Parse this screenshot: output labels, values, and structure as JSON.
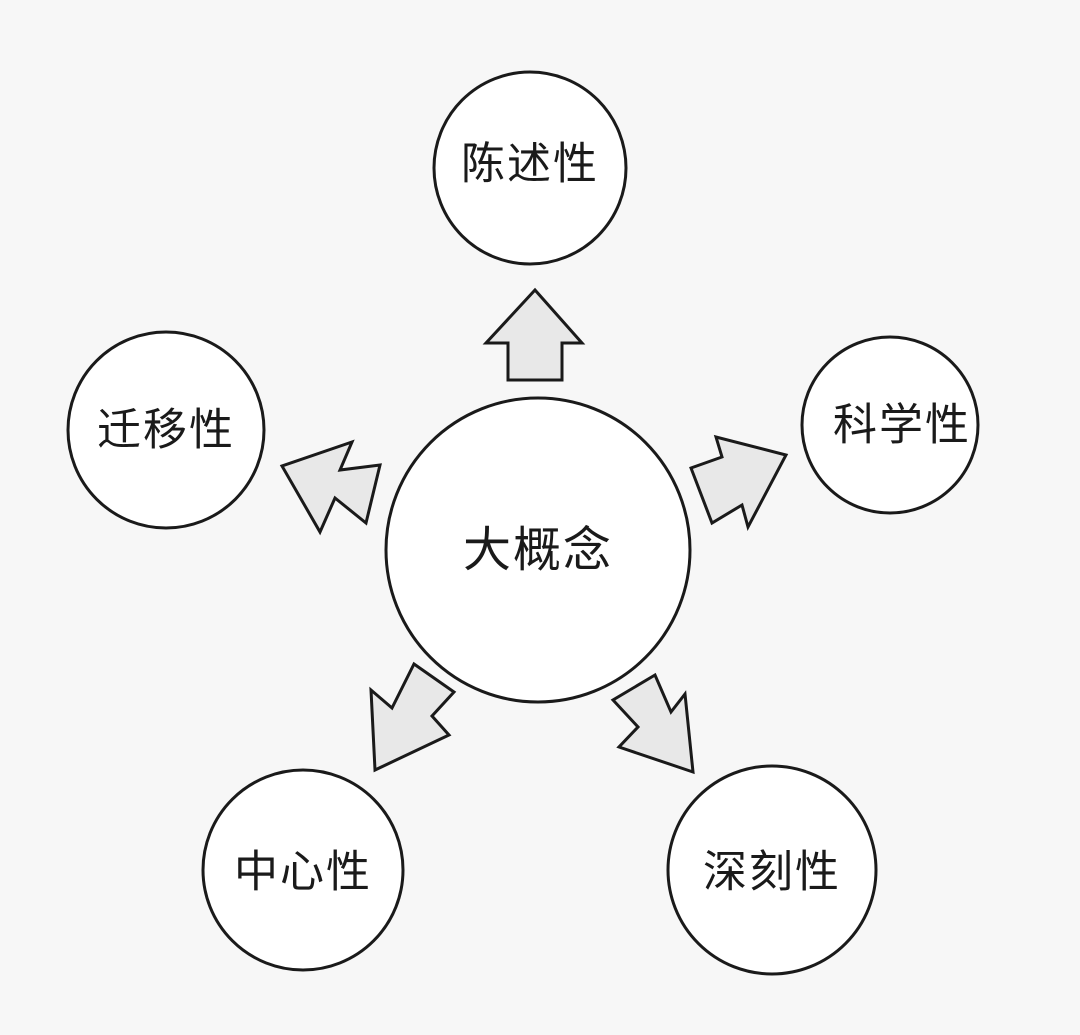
{
  "center": {
    "label": "大概念"
  },
  "nodes": [
    {
      "id": "top",
      "label": "陈述性"
    },
    {
      "id": "right",
      "label": "科学性"
    },
    {
      "id": "bottom-right",
      "label": "深刻性"
    },
    {
      "id": "bottom-left",
      "label": "中心性"
    },
    {
      "id": "left",
      "label": "迁移性"
    }
  ],
  "colors": {
    "background": "#f7f7f7",
    "stroke": "#1a1a1a",
    "circle_fill": "#ffffff",
    "arrow_fill": "#e8e8e8"
  }
}
